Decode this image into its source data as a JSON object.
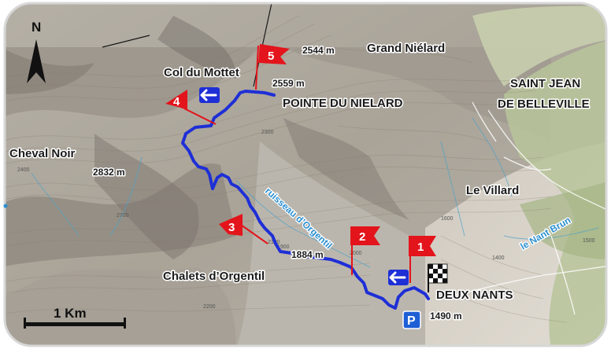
{
  "map": {
    "north_letter": "N",
    "scale_label": "1 Km",
    "route_color": "#1e2fd6",
    "marker_color": "#e3141b",
    "places": {
      "col_du_mottet": "Col du Mottet",
      "grand_nielard": "Grand Niélard",
      "saint_jean_1": "SAINT JEAN",
      "saint_jean_2": "DE BELLEVILLE",
      "pointe_du_nielard": "POINTE DU NIELARD",
      "cheval_noir": "Cheval Noir",
      "le_villard": "Le Villard",
      "chalets_dorgentil": "Chalets d’Orgentil",
      "deux_nants": "DEUX NANTS"
    },
    "elevations": {
      "e2544": "2544 m",
      "e2559": "2559 m",
      "e2832": "2832 m",
      "e1884": "1884 m",
      "e1490": "1490 m"
    },
    "streams": {
      "ruisseau": "ruisseau d’Orgentil",
      "nant_brun": "le Nant Brun"
    },
    "waypoints": [
      "1",
      "2",
      "3",
      "4",
      "5"
    ],
    "parking_letter": "P",
    "contour_ticks": {
      "t1": "2400",
      "t2": "2300",
      "t3": "2100",
      "t4": "2000",
      "t5": "1900",
      "t6": "1600",
      "t7": "1500",
      "t8": "1400",
      "t9": "2700",
      "t10": "2200"
    }
  }
}
